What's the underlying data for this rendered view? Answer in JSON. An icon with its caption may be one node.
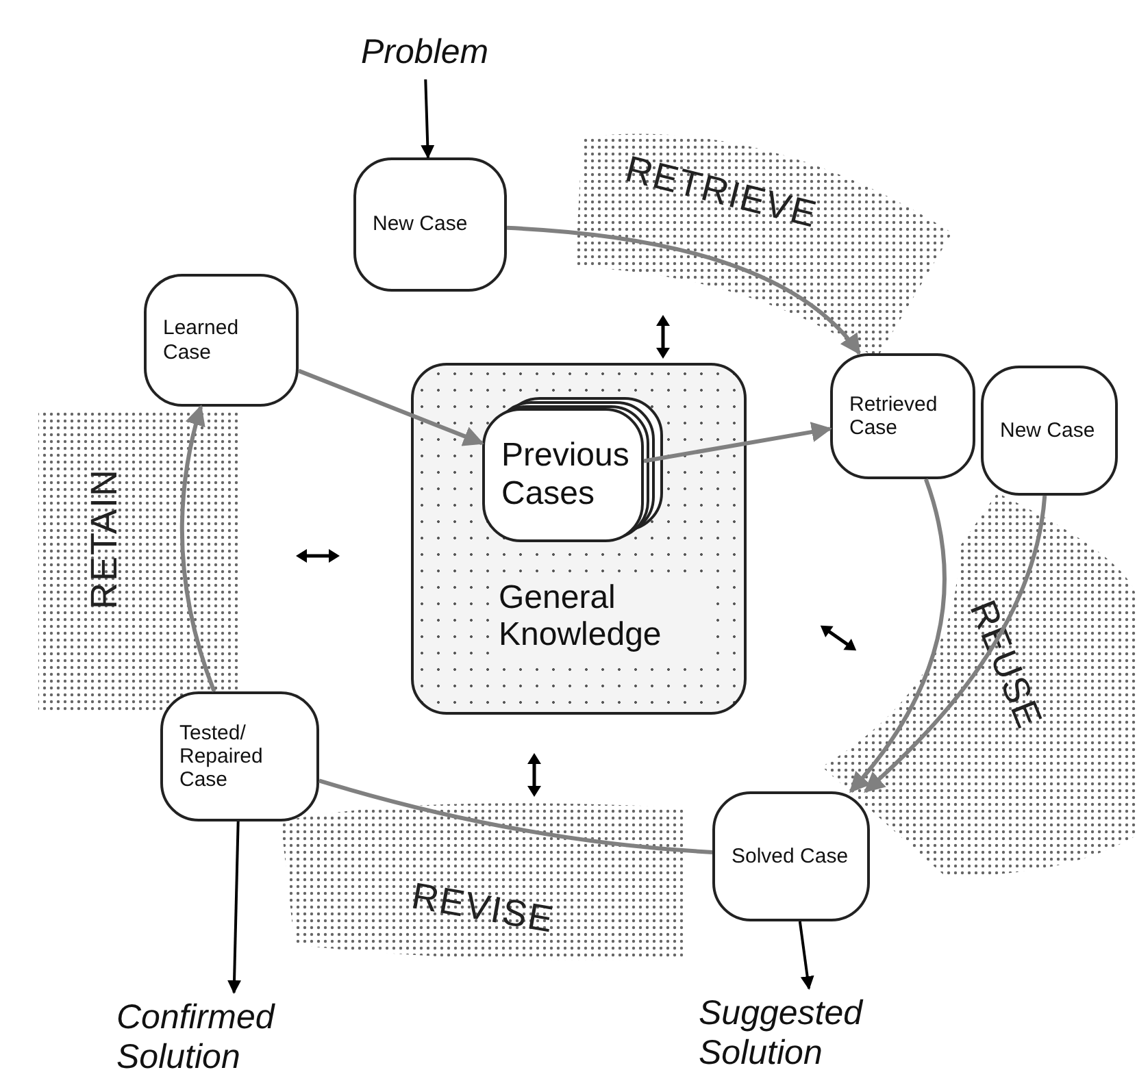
{
  "diagram": {
    "nodes": [
      {
        "text": [
          "Problem"
        ]
      },
      {
        "text": [
          "New Case"
        ]
      },
      {
        "text": [
          "Learned Case"
        ]
      },
      {
        "text": [
          "General Knowledge"
        ]
      },
      {
        "text": [
          "Previous Cases"
        ],
        "in": 3
      },
      {
        "text": [
          "Retrieved Case"
        ]
      },
      {
        "text": [
          "New Case"
        ]
      },
      {
        "text": [
          "Tested/ Repaired Case"
        ]
      },
      {
        "text": [
          "Solved Case"
        ]
      },
      {
        "text": [
          "Confirmed Solution"
        ]
      },
      {
        "text": [
          "Suggested Solution"
        ]
      }
    ],
    "edges": [
      {
        "from": 0,
        "to": 1,
        "arrow": "to",
        "color": "#000000"
      },
      {
        "from": 1,
        "to": 5,
        "arrow": "to"
      },
      {
        "from": 2,
        "to": 4,
        "arrow": "to"
      },
      {
        "from": 4,
        "to": 5,
        "arrow": "to"
      },
      {
        "from": 5,
        "to": 8,
        "arrow": "to"
      },
      {
        "from": 6,
        "to": 8,
        "arrow": "to"
      },
      {
        "from": 8,
        "to": 7,
        "arrow": "none"
      },
      {
        "from": 7,
        "to": 2,
        "arrow": "to"
      },
      {
        "from": 7,
        "to": 9,
        "arrow": "to",
        "color": "#000000"
      },
      {
        "from": 8,
        "to": 10,
        "arrow": "to",
        "color": "#000000"
      }
    ],
    "labels": [
      "RETRIEVE",
      "RETAIN",
      "REUSE",
      "REVISE"
    ]
  }
}
